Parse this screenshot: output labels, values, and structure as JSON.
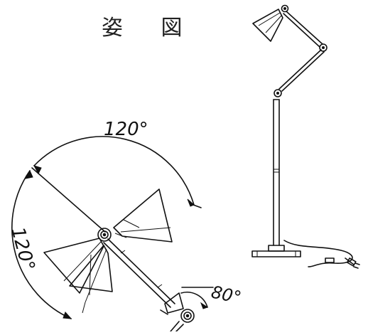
{
  "title": "姿 図",
  "dimensions": {
    "head_rotation": "120°",
    "arm_rotation": "120°",
    "joint_rotation": "80°"
  }
}
